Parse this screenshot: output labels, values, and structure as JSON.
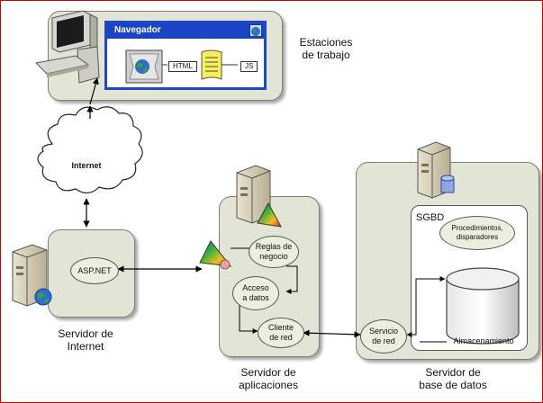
{
  "diagram": {
    "workstations": {
      "label": "Estaciones\nde trabajo",
      "browser_title": "Navegador",
      "html_label": "HTML",
      "js_label": "JS"
    },
    "internet_label": "Internet",
    "web_server": {
      "node": "ASP.NET",
      "label": "Servidor de\nInternet"
    },
    "app_server": {
      "nodes": [
        "Reglas de\nnegocio",
        "Acceso\na datos",
        "Cliente\nde red"
      ],
      "label": "Servidor de\naplicaciones"
    },
    "db_server": {
      "sgbd": "SGBD",
      "procedures": "Procedimientos,\ndisparadores",
      "network_service": "Servicio\nde red",
      "storage": "Almacenamiento",
      "label": "Servidor de\nbase de datos"
    }
  },
  "colors": {
    "panel": "#e2e5d5",
    "browser_border": "#1e48c8",
    "frame": "#d00000"
  }
}
